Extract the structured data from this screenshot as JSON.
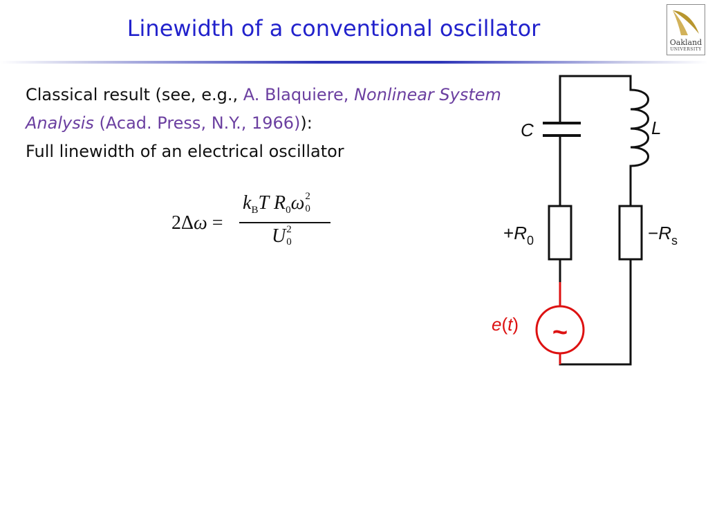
{
  "slide": {
    "title": "Linewidth of a conventional oscillator"
  },
  "logo": {
    "line1": "Oakland",
    "line2": "UNIVERSITY"
  },
  "body": {
    "prefix": "Classical result (see, e.g., ",
    "author": "A. Blaquiere, ",
    "book_title": "Nonlinear System Analysis",
    "publisher": " (Acad. Press, N.Y., 1966)",
    "suffix": "):",
    "line3": "Full linewidth of an electrical oscillator"
  },
  "equation": {
    "lhs_coeff": "2Δ",
    "lhs_symbol": "ω",
    "equals": " =",
    "num_k": "k",
    "num_B": "B",
    "num_T": "T",
    "num_R": "R",
    "num_R_sub": "0",
    "num_omega": "ω",
    "num_omega_sup": "2",
    "num_omega_sub": "0",
    "den_U": "U",
    "den_U_sup": "2",
    "den_U_sub": "0"
  },
  "circuit": {
    "wire_color": "#111111",
    "source_color": "#dd1111",
    "capacitor_label": "C",
    "inductor_label": "L",
    "resistor_left_sign": "+",
    "resistor_left_symbol": "R",
    "resistor_left_sub": "0",
    "resistor_right_sign": "−",
    "resistor_right_symbol": "R",
    "resistor_right_sub": "s",
    "source_label_e": "e",
    "source_label_open": "(",
    "source_label_t": "t",
    "source_label_close": ")",
    "source_symbol": "~"
  }
}
